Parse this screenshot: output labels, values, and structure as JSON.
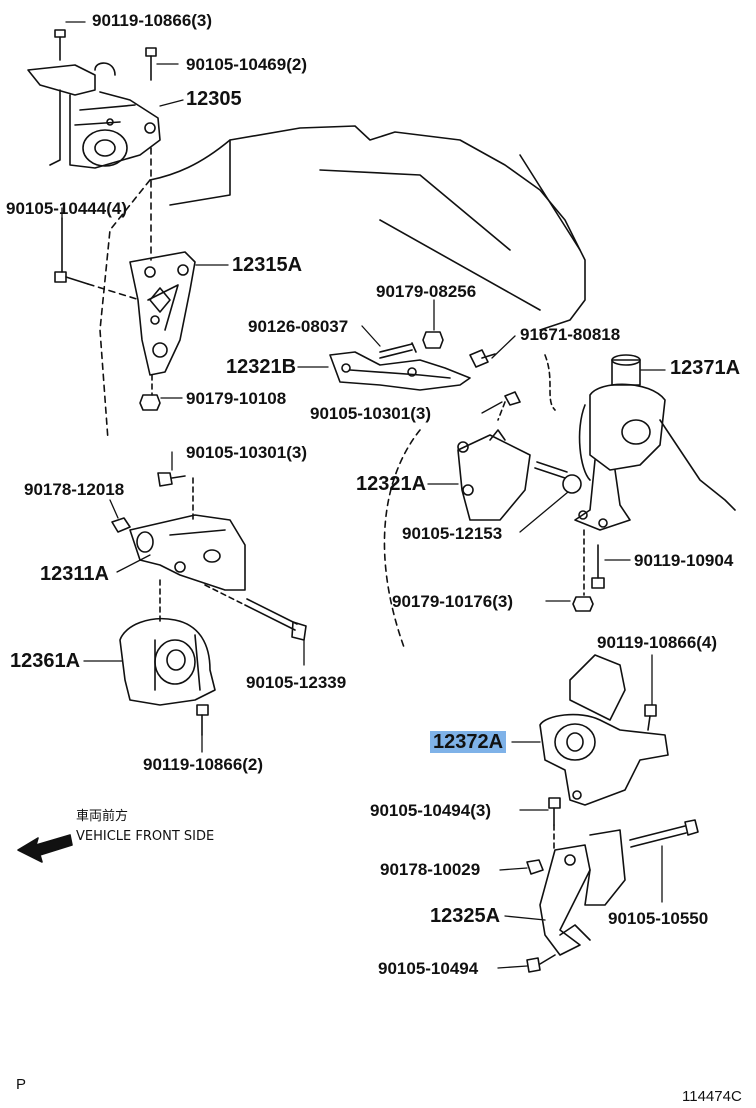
{
  "diagram": {
    "labels": {
      "p_90119_10866_3": "90119-10866(3)",
      "p_90105_10469_2": "90105-10469(2)",
      "p_12305": "12305",
      "p_90105_10444_4": "90105-10444(4)",
      "p_12315A": "12315A",
      "p_90179_08256": "90179-08256",
      "p_90126_08037": "90126-08037",
      "p_91671_80818": "91671-80818",
      "p_12321B": "12321B",
      "p_12371A": "12371A",
      "p_90179_10108": "90179-10108",
      "p_90105_10301_3a": "90105-10301(3)",
      "p_90105_10301_3b": "90105-10301(3)",
      "p_90178_12018": "90178-12018",
      "p_12321A": "12321A",
      "p_90105_12153": "90105-12153",
      "p_12311A": "12311A",
      "p_90119_10904": "90119-10904",
      "p_90179_10176_3": "90179-10176(3)",
      "p_12361A": "12361A",
      "p_90105_12339": "90105-12339",
      "p_90119_10866_4": "90119-10866(4)",
      "p_12372A": "12372A",
      "p_90119_10866_2": "90119-10866(2)",
      "p_90105_10494_3": "90105-10494(3)",
      "p_90178_10029": "90178-10029",
      "p_12325A": "12325A",
      "p_90105_10550": "90105-10550",
      "p_90105_10494": "90105-10494"
    },
    "highlight_color": "#7fb2e8",
    "vehicle_front_jp": "車両前方",
    "vehicle_front_en": "VEHICLE FRONT SIDE",
    "corner_left": "P",
    "corner_right": "114474C"
  }
}
